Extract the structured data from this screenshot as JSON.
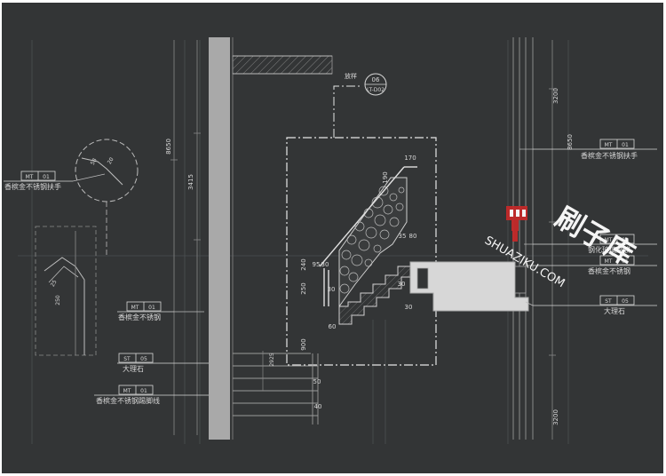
{
  "tags": {
    "handrail_tag": {
      "code": "MT",
      "num": "01",
      "desc": "香槟金不锈钢扶手"
    },
    "steel_tag_left": {
      "code": "MT",
      "num": "01",
      "desc": "香槟金不锈钢"
    },
    "marble_tag_left": {
      "code": "ST",
      "num": "05",
      "desc": "大理石"
    },
    "skirting_tag": {
      "code": "MT",
      "num": "01",
      "desc": "香槟金不锈钢踢脚线"
    },
    "handrail_tag_right": {
      "code": "MT",
      "num": "01",
      "desc": "香槟金不锈钢扶手"
    },
    "glass_tag_right": {
      "code": "MT",
      "num": "01",
      "desc": "钢化玻璃贴膜"
    },
    "steel_tag_right": {
      "code": "MT",
      "num": "01",
      "desc": "香槟金不锈钢"
    },
    "marble_tag_right": {
      "code": "ST",
      "num": "05",
      "desc": "大理石"
    }
  },
  "callout": {
    "label": "放样",
    "num": "06",
    "ref": "LT-D02"
  },
  "dimensions": {
    "d8650_left": "8650",
    "d3415": "3415",
    "d8650_right": "8650",
    "d3200_top": "3200",
    "d3200_bottom": "3200",
    "d170": "170",
    "d190": "190",
    "d35": "35",
    "d80": "80",
    "d240": "240",
    "d95": "95",
    "d250": "250",
    "d30a": "30",
    "d30b": "30",
    "d900": "900",
    "d60": "60",
    "d58": "58",
    "d250b": "250",
    "d50": "50",
    "d40": "40",
    "d2925": "2925",
    "d30c": "30",
    "d30d": "30",
    "d20": "20",
    "d25": "25"
  },
  "watermark": {
    "brand": "刷子库",
    "url": "SHUAZIKU.COM"
  }
}
